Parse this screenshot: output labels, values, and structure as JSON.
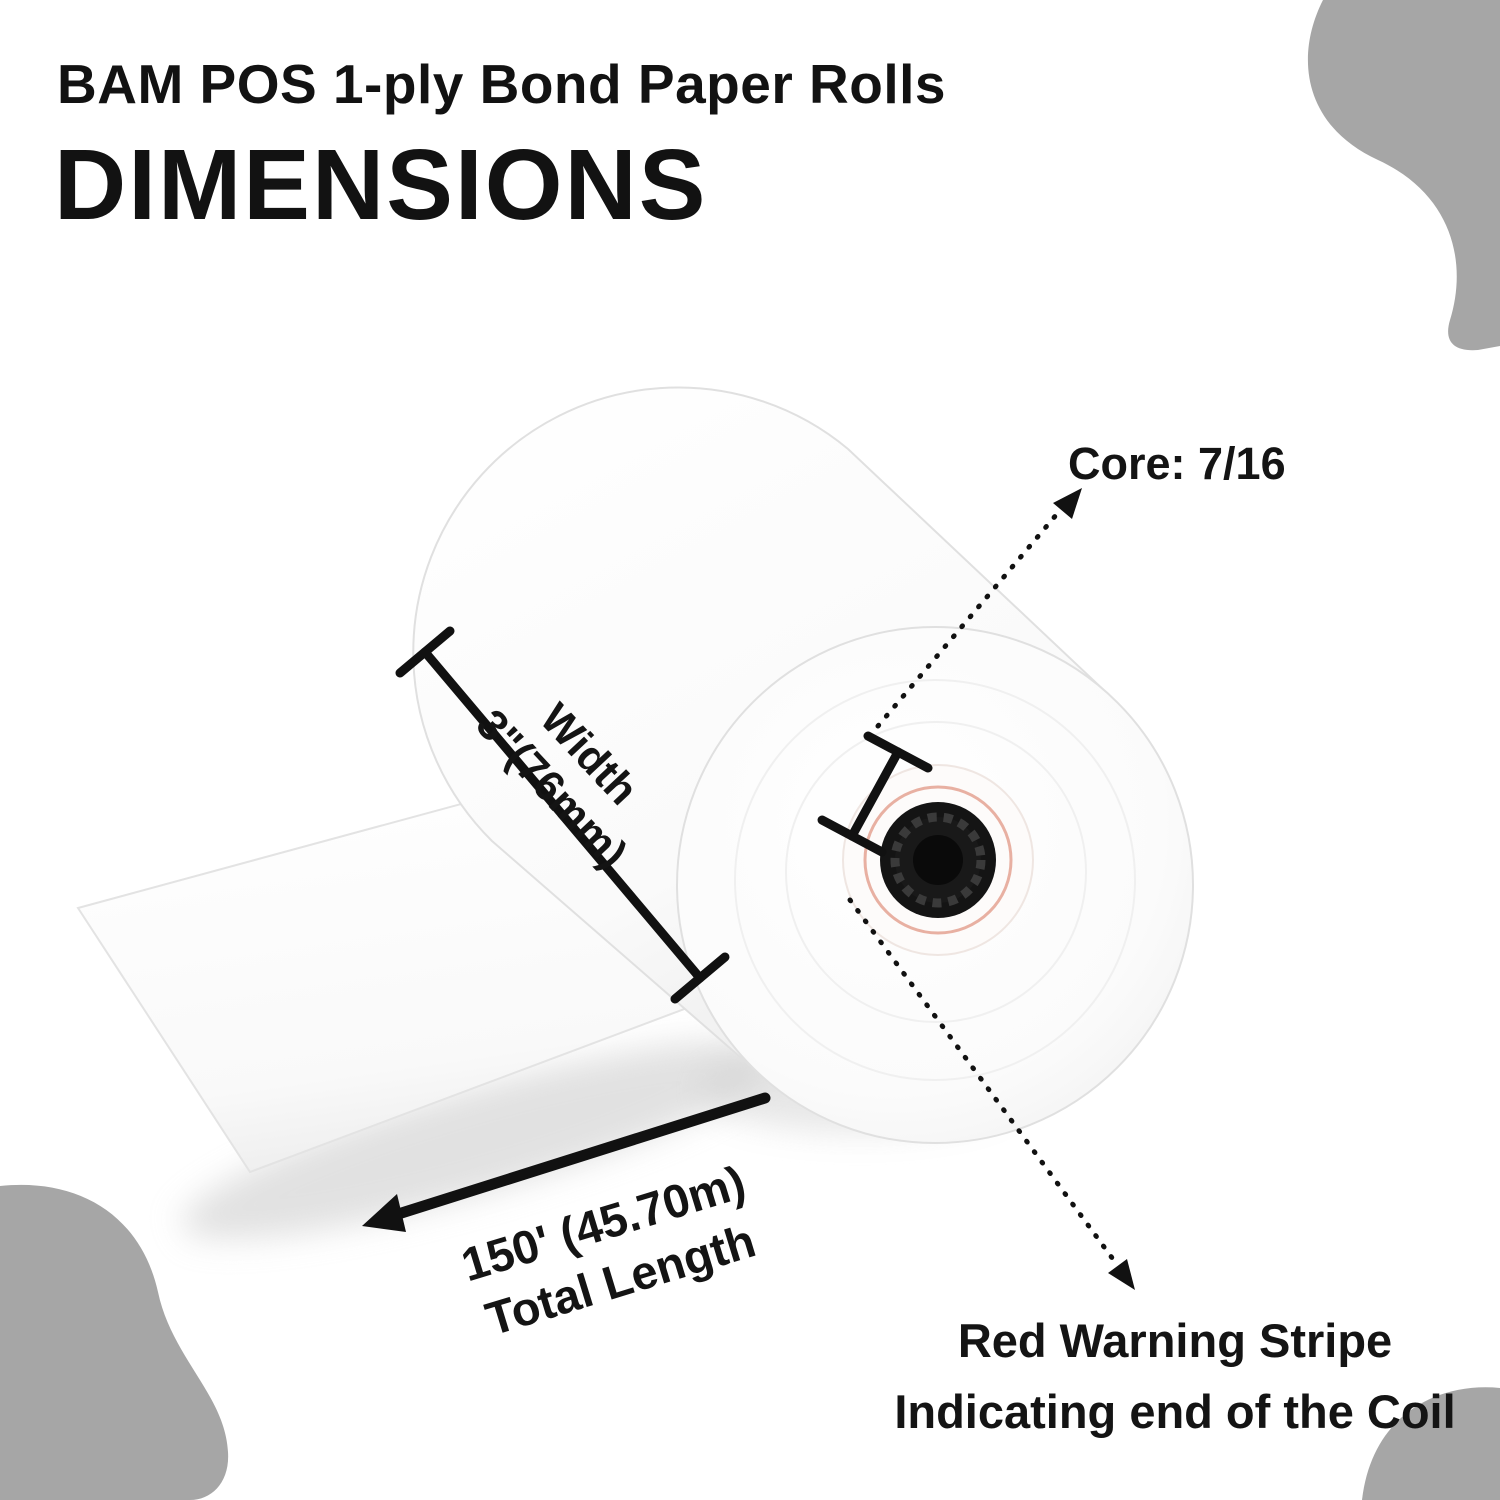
{
  "header": {
    "title": "BAM POS 1-ply Bond Paper Rolls",
    "subtitle": "DIMENSIONS"
  },
  "labels": {
    "core": "Core: 7/16",
    "width_line1": "Width",
    "width_line2": "3\"(76mm)",
    "length_line1": "150' (45.70m)",
    "length_line2": "Total Length",
    "warning_line1": "Red Warning Stripe",
    "warning_line2": "Indicating end of the Coil"
  },
  "illustration": {
    "subject": "white POS bond paper roll with black core and unrolled paper strip",
    "core_color": "#141414",
    "warning_ring_color": "#e8b0a2"
  },
  "colors": {
    "background": "#ffffff",
    "blob_gray": "#a6a6a6",
    "text": "#141414",
    "dimension_line": "#111111"
  }
}
